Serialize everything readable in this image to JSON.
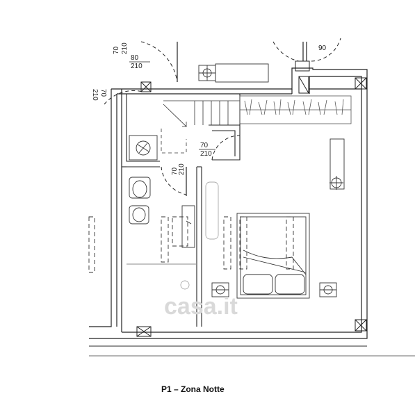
{
  "plan": {
    "caption": "P1 – Zona Notte",
    "watermark": "casa.it",
    "door_labels": {
      "top_left_w": "70",
      "top_left_h": "210",
      "top_mid_w": "80",
      "top_mid_h": "210",
      "left_w": "70",
      "left_h": "210",
      "top_right_w": "90",
      "stair_w": "70",
      "stair_h": "210",
      "bath_w": "70",
      "bath_h": "210"
    }
  }
}
